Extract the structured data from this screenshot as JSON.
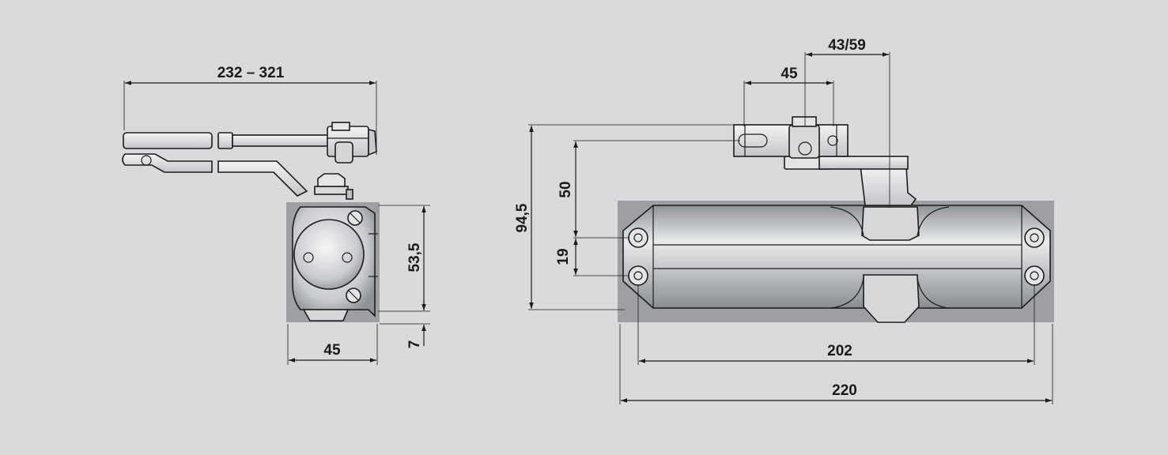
{
  "diagram": {
    "colors": {
      "background": "#d9dadb",
      "line": "#1a1a1a",
      "body_fill": "#b9bcbf",
      "body_light": "#eceeef",
      "mount_plate": "#9d9fa2"
    },
    "side_view": {
      "dims": {
        "arm_length": "232 – 321",
        "height": "53,5",
        "width": "45",
        "bottom_offset": "7"
      }
    },
    "front_view": {
      "dims": {
        "arm_offset": "43/59",
        "bracket_width": "45",
        "total_height": "94,5",
        "arm_height": "50",
        "hole_spacing_vertical": "19",
        "hole_spacing_horizontal": "202",
        "overall_length": "220"
      }
    }
  }
}
